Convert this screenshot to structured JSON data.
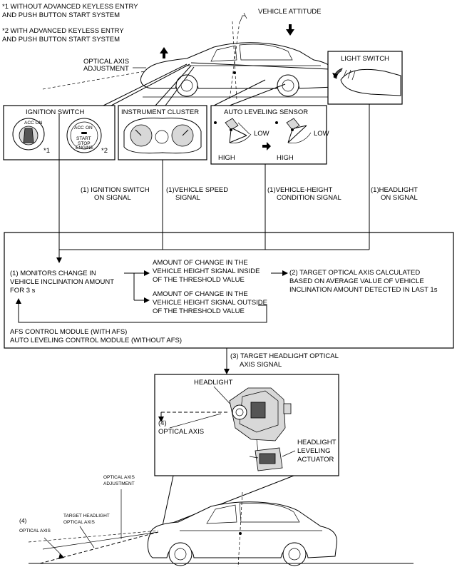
{
  "notes": {
    "note1_line1": "*1 WITHOUT ADVANCED KEYLESS ENTRY",
    "note1_line2": "AND PUSH BUTTON START SYSTEM",
    "note2_line1": "*2 WITH ADVANCED KEYLESS ENTRY",
    "note2_line2": "AND PUSH BUTTON START SYSTEM"
  },
  "top_car": {
    "vehicle_attitude": "VEHICLE ATTITUDE",
    "optical_axis_adjustment_line1": "OPTICAL AXIS",
    "optical_axis_adjustment_line2": "ADJUSTMENT"
  },
  "inputs": {
    "light_switch": "LIGHT SWITCH",
    "ignition_switch": "IGNITION SWITCH",
    "ignition_mark1": "*1",
    "ignition_mark2": "*2",
    "push_button_acc": "ACC",
    "push_button_on": "ON",
    "push_button_start": "START",
    "push_button_stop": "STOP",
    "push_button_engine": "ENGINE",
    "instrument_cluster": "INSTRUMENT CLUSTER",
    "auto_leveling_sensor": "AUTO LEVELING SENSOR",
    "sensor_low_1": "LOW",
    "sensor_high_1": "HIGH",
    "sensor_low_2": "LOW",
    "sensor_high_2": "HIGH"
  },
  "signals": {
    "ignition_line1": "(1) IGNITION SWITCH",
    "ignition_line2": "ON SIGNAL",
    "speed_line1": "(1)VEHICLE SPEED",
    "speed_line2": "SIGNAL",
    "height_line1": "(1)VEHICLE-HEIGHT",
    "height_line2": "CONDITION SIGNAL",
    "headlight_line1": "(1)HEADLIGHT",
    "headlight_line2": "ON SIGNAL"
  },
  "control_module": {
    "monitors_line1": "(1) MONITORS CHANGE IN",
    "monitors_line2": "VEHICLE INCLINATION AMOUNT",
    "monitors_line3": "FOR 3 s",
    "inside_line1": "AMOUNT OF CHANGE IN THE",
    "inside_line2": "VEHICLE HEIGHT SIGNAL INSIDE",
    "inside_line3": "OF THE THRESHOLD VALUE",
    "outside_line1": "AMOUNT OF CHANGE IN THE",
    "outside_line2": "VEHICLE HEIGHT SIGNAL OUTSIDE",
    "outside_line3": "OF THE THRESHOLD VALUE",
    "target_line1": "(2) TARGET OPTICAL AXIS CALCULATED",
    "target_line2": "BASED ON AVERAGE VALUE OF VEHICLE",
    "target_line3": "INCLINATION AMOUNT DETECTED IN LAST 1s",
    "module_line1": "AFS CONTROL MODULE (WITH AFS)",
    "module_line2": "AUTO LEVELING CONTROL MODULE (WITHOUT AFS)"
  },
  "output": {
    "signal_line1": "(3) TARGET HEADLIGHT OPTICAL",
    "signal_line2": "AXIS SIGNAL",
    "headlight": "HEADLIGHT",
    "optical_axis_num": "(4)",
    "optical_axis": "OPTICAL AXIS",
    "actuator_line1": "HEADLIGHT",
    "actuator_line2": "LEVELING",
    "actuator_line3": "ACTUATOR"
  },
  "bottom_car": {
    "adjustment_line1": "OPTICAL AXIS",
    "adjustment_line2": "ADJUSTMENT",
    "target_line1": "TARGET HEADLIGHT",
    "target_line2": "OPTICAL AXIS",
    "axis_num": "(4)",
    "axis_label": "OPTICAL AXIS"
  }
}
